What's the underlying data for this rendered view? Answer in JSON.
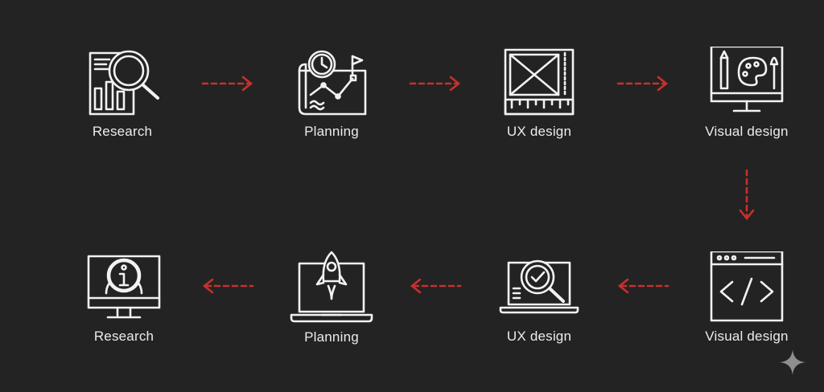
{
  "colors": {
    "background": "#232323",
    "icon": "#f2f2f2",
    "arrow": "#c9302c",
    "text": "#ececec"
  },
  "flow": {
    "top_row": [
      {
        "label": "Research",
        "icon": "magnifier-report-icon"
      },
      {
        "label": "Planning",
        "icon": "blueprint-clock-flag-icon"
      },
      {
        "label": "UX design",
        "icon": "wireframe-ruler-icon"
      },
      {
        "label": "Visual design",
        "icon": "monitor-palette-icon"
      }
    ],
    "bottom_row": [
      {
        "label": "Research",
        "icon": "monitor-info-icon"
      },
      {
        "label": "Planning",
        "icon": "laptop-rocket-icon"
      },
      {
        "label": "UX design",
        "icon": "laptop-magnifier-check-icon"
      },
      {
        "label": "Visual design",
        "icon": "browser-code-icon"
      }
    ]
  }
}
